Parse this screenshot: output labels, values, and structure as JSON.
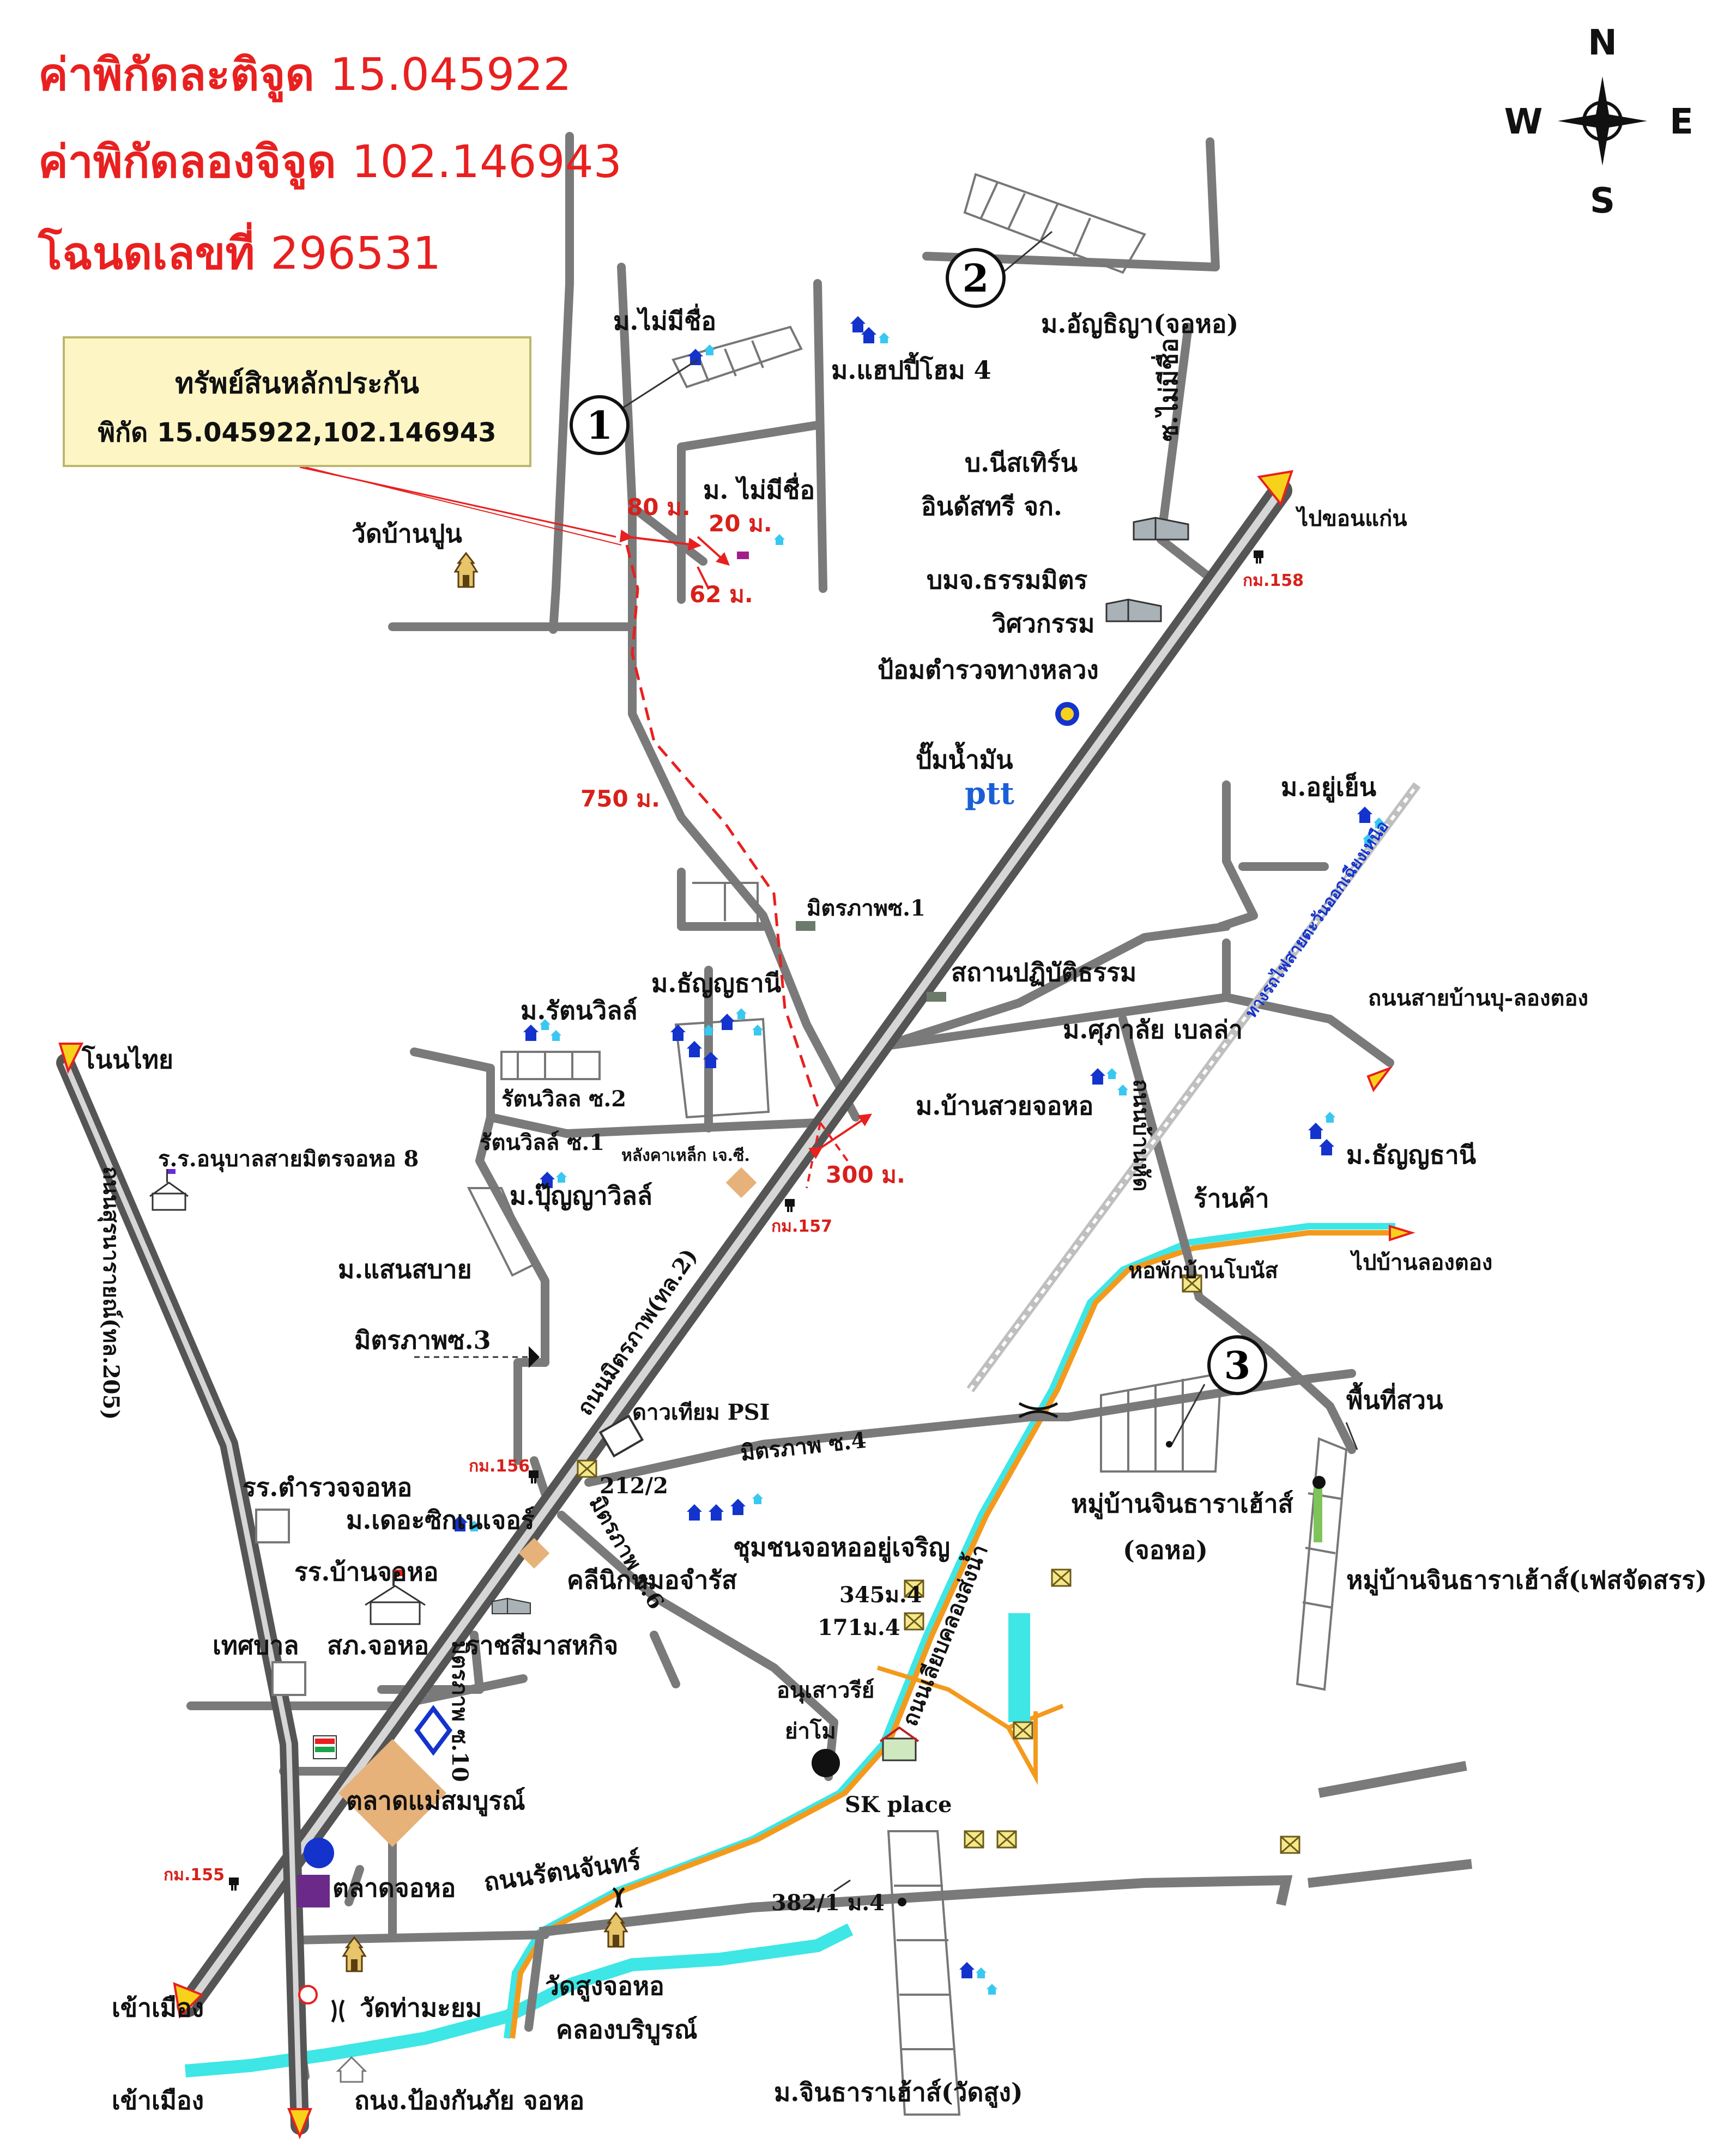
{
  "header": {
    "lat_label": "ค่าพิกัดละติจูด",
    "lat_value": "15.045922",
    "lon_label": "ค่าพิกัดลองจิจูด",
    "lon_value": "102.146943",
    "deed_label": "โฉนดเลขที่",
    "deed_value": "296531"
  },
  "info_box": {
    "title": "ทรัพย์สินหลักประกัน",
    "coords": "พิกัด 15.045922,102.146943"
  },
  "compass": {
    "n": "N",
    "s": "S",
    "e": "E",
    "w": "W"
  },
  "markers": {
    "m1": "1",
    "m2": "2",
    "m3": "3"
  },
  "distances": {
    "d80": "80 ม.",
    "d20": "20 ม.",
    "d62": "62 ม.",
    "d750": "750 ม.",
    "d300": "300 ม."
  },
  "km_posts": {
    "k155": "กม.155",
    "k156": "กม.156",
    "k157": "กม.157",
    "k158": "กม.158"
  },
  "labels": {
    "mai_mi_chue_1": "ม.ไม่มีชื่อ",
    "happy_home": "ม.แฮปปี้โฮม 4",
    "anchiya": "ม.อัญธิญา(จอหอ)",
    "so_mai_mi_chue": "ซ.ไม่มีชื่อ",
    "wat_ban_pun": "วัดบ้านปูน",
    "mai_mi_chue_2": "ม. ไม่มีชื่อ",
    "northern_1": "บ.นีสเทิร์น",
    "northern_2": "อินดัสทรี จก.",
    "thammamit_1": "บมจ.ธรรมมิตร",
    "thammamit_2": "วิศวกรรม",
    "police_box": "ป้อมตำรวจทางหลวง",
    "gas_station": "ปั๊มน้ำมัน",
    "ptt": "ptt",
    "to_khon_kaen": "ไปขอนแก่น",
    "yu_yen": "ม.อยู่เย็น",
    "rail_label": "ทางรถไฟสายตะวันออกเฉียงเหนือ",
    "mittraphap_s1": "มิตรภาพซ.1",
    "practice_place": "สถานปฏิบัติธรรม",
    "rattanawilla": "ม.รัตนวิลล์",
    "thanyathani_1": "ม.ธัญญธานี",
    "road_ban_bu": "ถนนสายบ้านบุ-ลองตอง",
    "sukalai": "ม.ศุภาลัย เบลล่า",
    "non_thai": "โนนไทย",
    "rattanawilla_s2": "รัตนวิลล ซ.2",
    "ban_suai": "ม.บ้านสวยจอหอ",
    "thanon_ban_hat": "ถนนบ้านหัด",
    "thanyathani_2": "ม.ธัญญธานี",
    "kindergarten": "ร.ร.อนุบาลสายมิตรจอหอ 8",
    "rattanawilla_s1": "รัตนวิลล์ ซ.1",
    "steel_warehouse": "หลังคาเหล็ก เจ.ซี.",
    "punyawilla": "ม.ปุ๊ญญาวิลล์",
    "shop": "ร้านค้า",
    "road_surathan": "ถนนสุรนารายณ์(ทล.205)",
    "dorm_bonus": "หอพักบ้านโบนัส",
    "to_ban_long_tong": "ไปบ้านลองตอง",
    "saen_sabai": "ม.แสนสบาย",
    "mittraphap_s3": "มิตรภาพซ.3",
    "road_mittraphap": "ถนนมิตรภาพ(ทล.2)",
    "dao_thiam": "ดาวเทียม PSI",
    "mittraphap_s4": "มิตรภาพ ซ.4",
    "garden_area": "พื้นที่สวน",
    "police_school": "รร.ตำรวจจอหอ",
    "the_sixth": "ม.เดอะซิกเนเจอร์",
    "addr_212": "212/2",
    "chintara_1": "หมู่บ้านจินธาราเฮ้าส์",
    "chintara_1b": "(จอหอ)",
    "community": "ชุมชนจอหออยู่เจริญ",
    "clinic": "คลีนิกหมอจำรัส",
    "mittraphap_s6": "มิตรภาพ ซ.6",
    "school_chor_ho": "รร.บ้านจอหอ",
    "addr_345": "345ม.4",
    "addr_171": "171ม.4",
    "chintara_2": "หมู่บ้านจินธาราเฮ้าส์(เฟสจัดสรร)",
    "canal_road": "ถนนเลียบคลองส่งน้ำ",
    "municipality": "เทศบาล",
    "police_station": "สภ.จอหอ",
    "rachasima": "ราชสีมาสหกิจ",
    "mittraphap_s10": "มิตรภาพ ซ.10",
    "monument_1": "อนุเสาวรีย์",
    "monument_2": "ย่าโม",
    "sk_place": "SK place",
    "market_mae": "ตลาดแม่สมบูรณ์",
    "market_chor_ho": "ตลาดจอหอ",
    "road_rattanachan": "ถนนรัตนจันทร์",
    "addr_382": "382/1 ม.4",
    "into_city_1": "เข้าเมือง",
    "wat_tha_ma_yom": "วัดท่ามะยม",
    "wat_sung": "วัดสูงจอหอ",
    "canal": "คลองบริบูรณ์",
    "into_city_2": "เข้าเมือง",
    "disaster": "ถนง.ป้องกันภัย จอหอ",
    "chintara_3": "ม.จินธาราเฮ้าส์(วัดสูง)"
  },
  "colors": {
    "header_red": "#e8201f",
    "road_gray": "#7a7a7a",
    "highway_dark": "#555555",
    "highway_light": "#bdbdbd",
    "canal_cyan": "#3ee6e6",
    "canal_road_orange": "#f39a1c",
    "route_red": "#e8201f",
    "arrow_yellow": "#f7d21a",
    "box_yellow": "#fdf6c4",
    "house_blue": "#1333cc"
  },
  "icons": [
    "compass-rose-icon",
    "temple-icon",
    "factory-icon",
    "police-badge-icon",
    "house-icon",
    "hotel-icon",
    "school-icon",
    "monument-icon",
    "seven-eleven-icon",
    "bank-icon",
    "km-post-icon"
  ]
}
